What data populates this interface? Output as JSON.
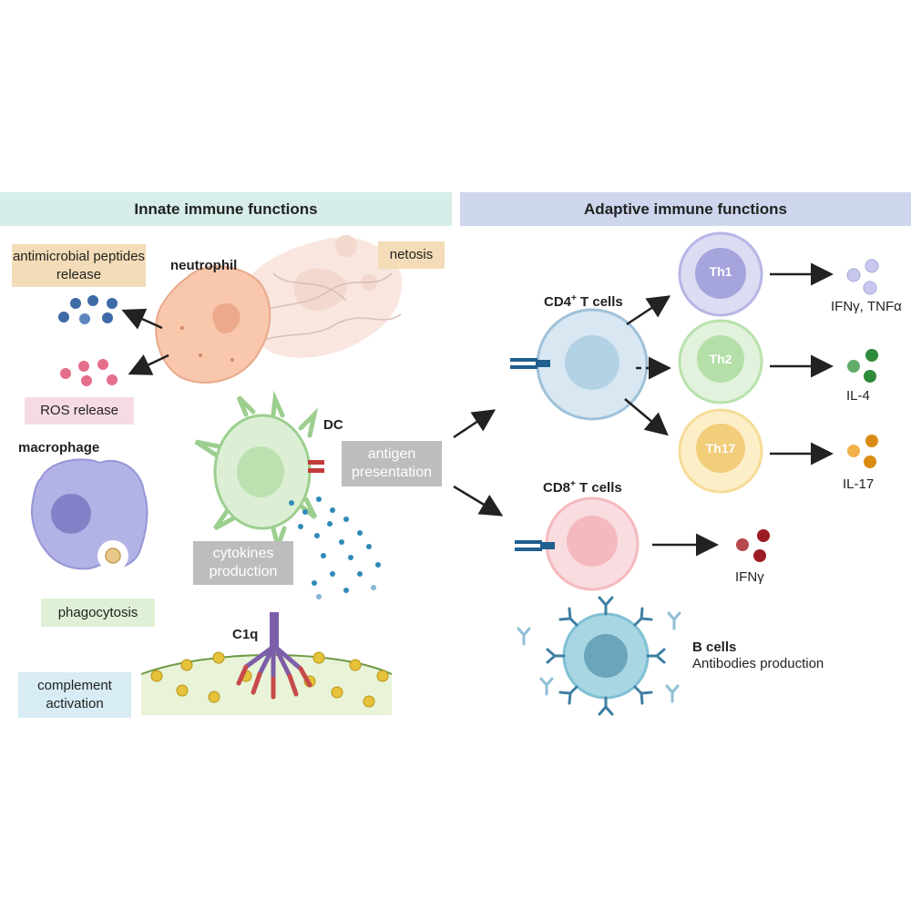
{
  "headers": {
    "innate": "Innate immune functions",
    "adaptive": "Adaptive immune functions"
  },
  "innate": {
    "antimicrobial": "antimicrobial peptides release",
    "neutrophil": "neutrophil",
    "netosis": "netosis",
    "ros": "ROS release",
    "macrophage": "macrophage",
    "dc": "DC",
    "antigen": "antigen presentation",
    "cytokines": "cytokines production",
    "phagocytosis": "phagocytosis",
    "c1q": "C1q",
    "complement": "complement activation"
  },
  "adaptive": {
    "cd4": "CD4",
    "cd4_sup": "+",
    "cd4_rest": " T cells",
    "cd8": "CD8",
    "cd8_sup": "+",
    "cd8_rest": " T cells",
    "th1": "Th1",
    "th2": "Th2",
    "th17": "Th17",
    "th1_out": "IFNγ, TNFα",
    "th2_out": "IL-4",
    "th17_out": "IL-17",
    "cd8_out": "IFNγ",
    "bcells": "B cells",
    "antibodies": "Antibodies production"
  },
  "colors": {
    "innate_header": "#d6ede9",
    "adaptive_header": "#cdd6ec",
    "th1": "#b7b6e6",
    "th2": "#b9e2ad",
    "th17": "#f6dc99",
    "cd8": "#f4b9bf",
    "bcell": "#7fc0d3"
  }
}
